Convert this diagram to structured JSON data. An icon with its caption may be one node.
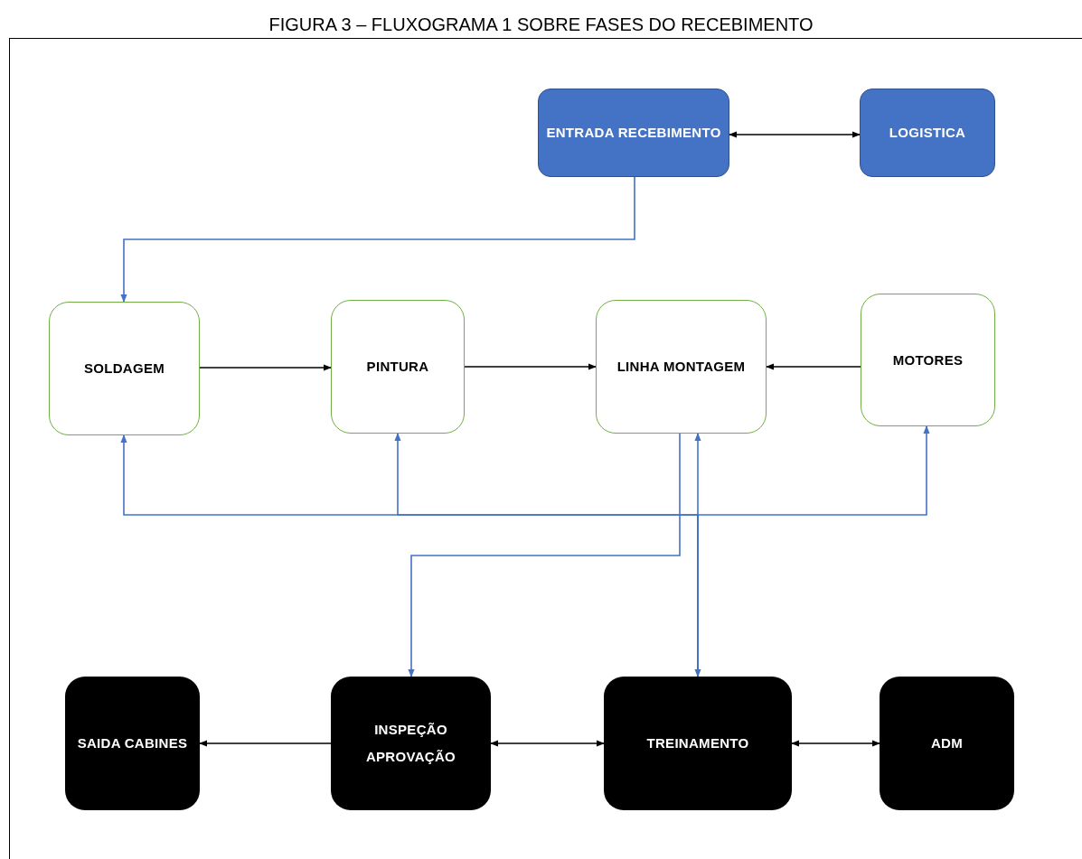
{
  "diagram": {
    "title": "FIGURA 3 – FLUXOGRAMA 1 SOBRE FASES DO RECEBIMENTO",
    "nodes": [
      {
        "text": [
          "ENTRADA RECEBIMENTO"
        ]
      },
      {
        "text": [
          "LOGISTICA"
        ]
      },
      {
        "text": [
          "SOLDAGEM"
        ]
      },
      {
        "text": [
          "PINTURA"
        ]
      },
      {
        "text": [
          "LINHA MONTAGEM"
        ]
      },
      {
        "text": [
          "MOTORES"
        ]
      },
      {
        "text": [
          "SAIDA CABINES"
        ]
      },
      {
        "text": [
          "INSPEÇÃO APROVAÇÃO"
        ]
      },
      {
        "text": [
          "TREINAMENTO"
        ]
      },
      {
        "text": [
          "ADM"
        ]
      }
    ],
    "edges": [
      {
        "from": 0,
        "to": 1,
        "arrow": "both"
      },
      {
        "from": 0,
        "to": 2,
        "arrow": "to",
        "color": "#4472c4"
      },
      {
        "from": 2,
        "to": 3,
        "arrow": "to"
      },
      {
        "from": 3,
        "to": 4,
        "arrow": "to"
      },
      {
        "from": 5,
        "to": 4,
        "arrow": "to"
      },
      {
        "from": 4,
        "to": 7,
        "arrow": "to",
        "color": "#4472c4"
      },
      {
        "from": 4,
        "to": 8,
        "arrow": "both",
        "color": "#4472c4"
      },
      {
        "from": 8,
        "to": 2,
        "arrow": "to",
        "color": "#4472c4"
      },
      {
        "from": 8,
        "to": 3,
        "arrow": "to",
        "color": "#4472c4"
      },
      {
        "from": 8,
        "to": 5,
        "arrow": "to",
        "color": "#4472c4"
      },
      {
        "from": 7,
        "to": 6,
        "arrow": "to"
      },
      {
        "from": 7,
        "to": 8,
        "arrow": "both"
      },
      {
        "from": 8,
        "to": 9,
        "arrow": "both"
      }
    ]
  }
}
